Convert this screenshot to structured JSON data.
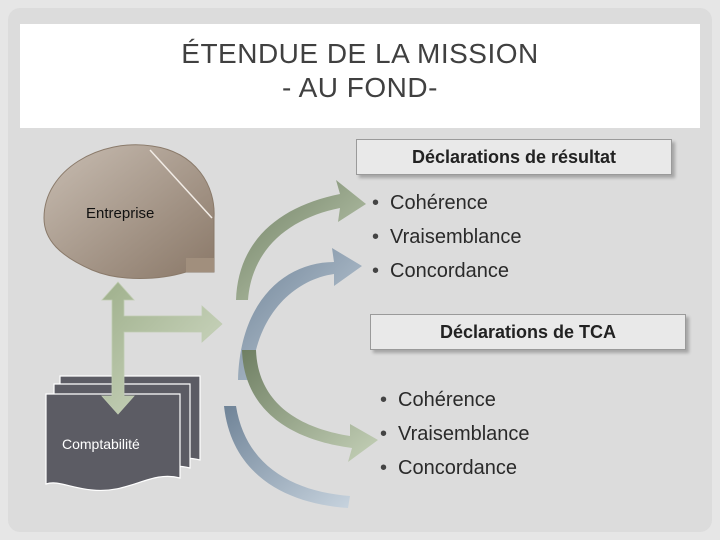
{
  "title": {
    "line1": "ÉTENDUE DE LA MISSION",
    "line2": "- AU FOND-"
  },
  "entreprise": {
    "label": "Entreprise"
  },
  "comptabilite": {
    "label": "Comptabilité"
  },
  "sections": [
    {
      "heading": "Déclarations de résultat",
      "items": [
        "Cohérence",
        "Vraisemblance",
        "Concordance"
      ]
    },
    {
      "heading": "Déclarations de TCA",
      "items": [
        "Cohérence",
        "Vraisemblance",
        "Concordance"
      ]
    }
  ],
  "colors": {
    "entreprise_fill": "#9a8a7a",
    "comptabilite_fill": "#5c5c64",
    "arrow_green": "#8fa082",
    "arrow_blue": "#8a9db0",
    "double_arrow": "#b6c6a6"
  }
}
